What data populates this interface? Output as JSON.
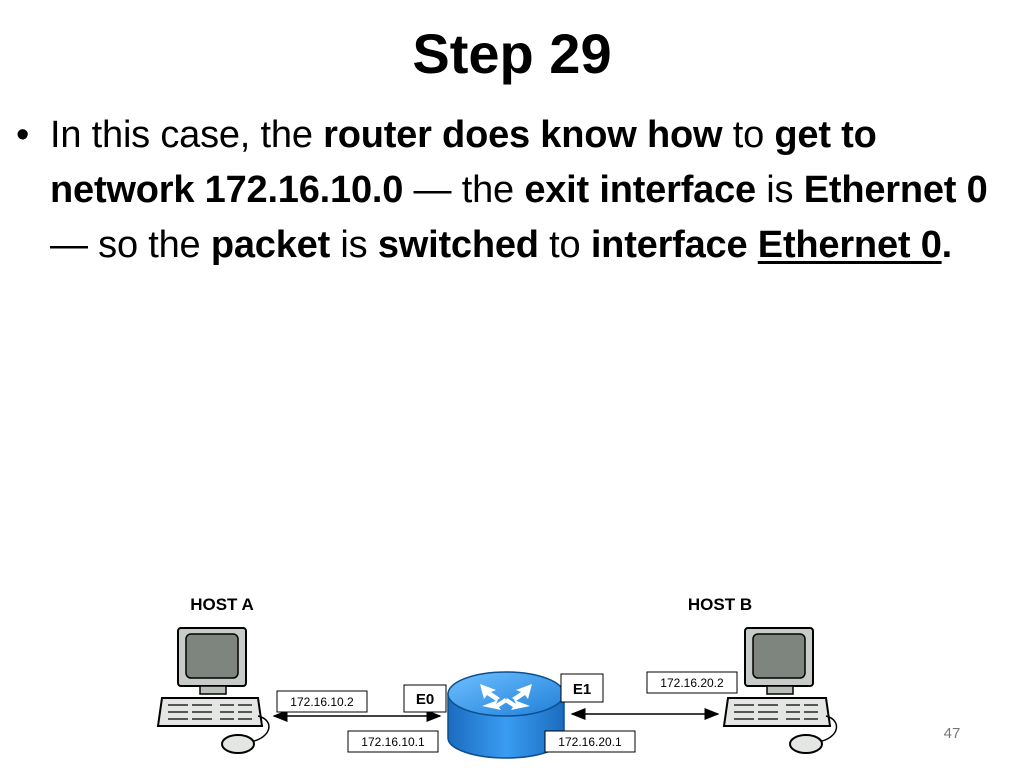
{
  "title": "Step 29",
  "bullet": {
    "marker": "•",
    "segments": [
      {
        "text": "In this case, the ",
        "bold": false
      },
      {
        "text": "router does know how",
        "bold": true
      },
      {
        "text": " to ",
        "bold": false
      },
      {
        "text": "get to network 172.16.10.0",
        "bold": true
      },
      {
        "text": " — the ",
        "bold": false
      },
      {
        "text": "exit interface",
        "bold": true
      },
      {
        "text": " is ",
        "bold": false
      },
      {
        "text": "Ethernet 0",
        "bold": true
      },
      {
        "text": " — so the ",
        "bold": false
      },
      {
        "text": "packet",
        "bold": true
      },
      {
        "text": " is ",
        "bold": false
      },
      {
        "text": "switched",
        "bold": true
      },
      {
        "text": " to ",
        "bold": false
      },
      {
        "text": "interface ",
        "bold": true
      },
      {
        "text": "Ethernet 0",
        "bold": true,
        "underline": true
      },
      {
        "text": ".",
        "bold": true
      }
    ]
  },
  "diagram": {
    "host_a": "HOST A",
    "host_b": "HOST B",
    "host_a_ip": "172.16.10.2",
    "router_e0_ip": "172.16.10.1",
    "router_e1_ip": "172.16.20.1",
    "host_b_ip": "172.16.20.2",
    "e0_label": "E0",
    "e1_label": "E1",
    "colors": {
      "router_blue": "#2b8fe0",
      "router_dark": "#1a6bb5",
      "monitor_gray": "#9aa09a",
      "screen_gray": "#7a807a"
    }
  },
  "page_number": "47"
}
